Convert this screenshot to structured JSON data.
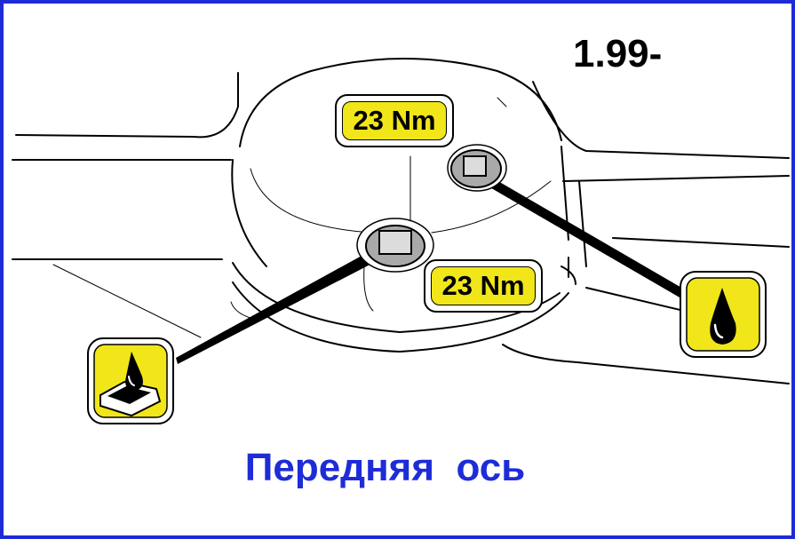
{
  "diagram": {
    "version_label": "1.99-",
    "torque_top": "23 Nm",
    "torque_bottom": "23 Nm",
    "caption": "Передняя  ось",
    "icons": {
      "left": "sealant-drop-on-surface-icon",
      "right": "oil-drop-icon"
    },
    "colors": {
      "frame": "#1f2bd6",
      "caption": "#1e2cd8",
      "label_fill": "#f0e619",
      "plug_fill": "#a9a9a9"
    }
  }
}
